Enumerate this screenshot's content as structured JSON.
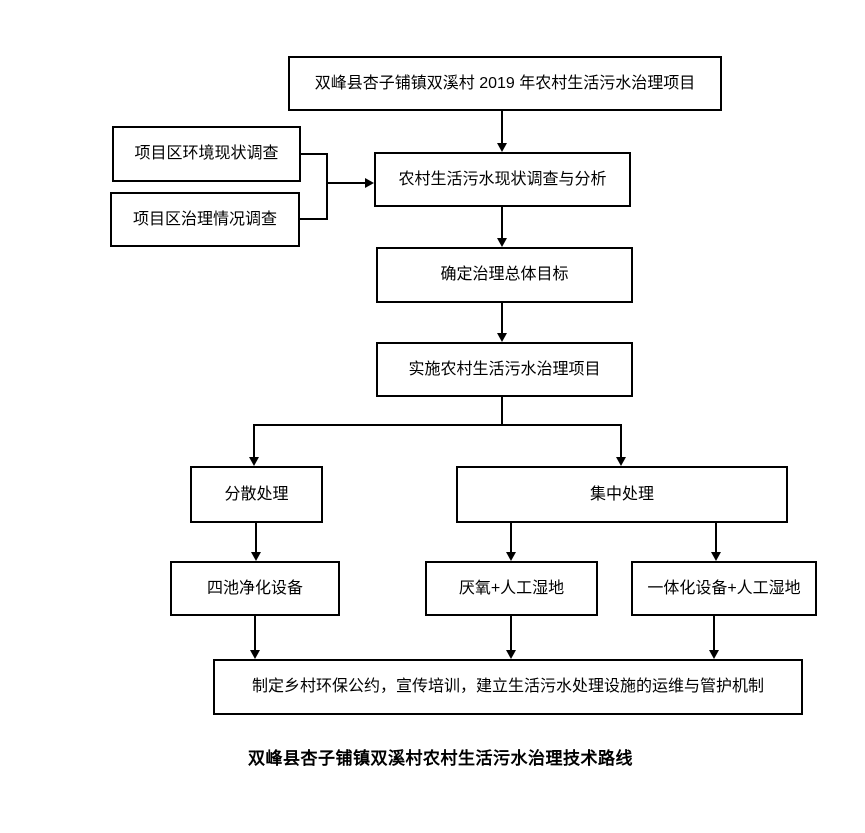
{
  "diagram": {
    "caption": "双峰县杏子铺镇双溪村农村生活污水治理技术路线",
    "nodes": {
      "project": "双峰县杏子铺镇双溪村 2019 年农村生活污水治理项目",
      "env_survey": "项目区环境现状调查",
      "treatment_survey": "项目区治理情况调查",
      "status_analysis": "农村生活污水现状调查与分析",
      "overall_goal": "确定治理总体目标",
      "implement": "实施农村生活污水治理项目",
      "dispersed": "分散处理",
      "centralized": "集中处理",
      "four_pond": "四池净化设备",
      "anaerobic_wetland": "厌氧+人工湿地",
      "integrated_wetland": "一体化设备+人工湿地",
      "mechanism": "制定乡村环保公约，宣传培训，建立生活污水处理设施的运维与管护机制"
    },
    "colors": {
      "line": "#000000",
      "box_border": "#000000",
      "box_background": "#ffffff",
      "page_background": "#ffffff",
      "text": "#000000"
    }
  }
}
